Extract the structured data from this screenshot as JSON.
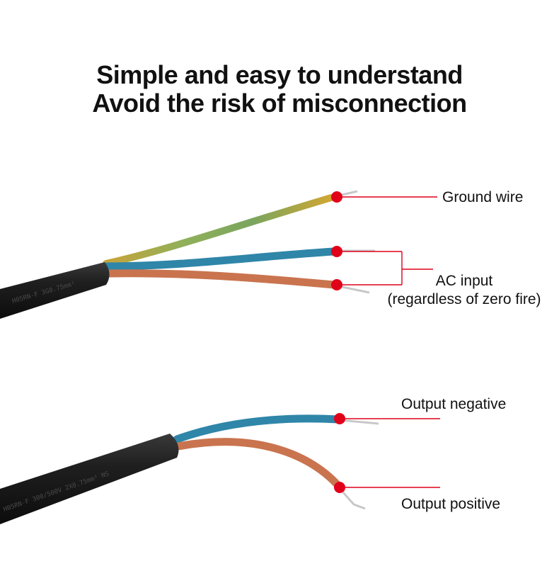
{
  "headline": {
    "line1": "Simple and easy to understand",
    "line2": "Avoid the risk of misconnection"
  },
  "labels": {
    "ground": "Ground wire",
    "ac_input": "AC input",
    "ac_input_note": "(regardless of zero fire)",
    "output_negative": "Output negative",
    "output_positive": "Output positive"
  },
  "cable_markings": {
    "top": "H05RN-F  3G0.75mm²",
    "bottom": "H05RN-F  300/500V  2X0.75mm²  NS"
  },
  "colors": {
    "marker": "#e0001a",
    "cable_jacket": "#1b1b1b",
    "wire_blue": "#2f86a8",
    "wire_brown": "#c9744f",
    "wire_yellow_green": "#b8b040",
    "conductor": "#c8c8c8"
  }
}
